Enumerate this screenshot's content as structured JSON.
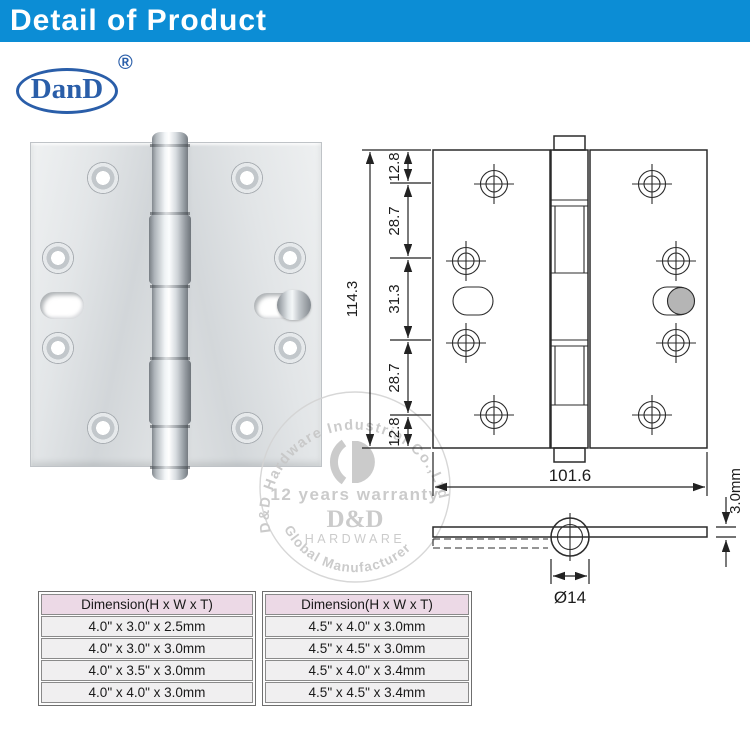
{
  "banner": {
    "title": "Detail of Product"
  },
  "logo": {
    "text": "DanD",
    "registered": "®"
  },
  "watermark": {
    "arc_top": "D&D Hardware Industrial Co.,Ltd",
    "warranty": "12 years warranty",
    "brand": "D&D",
    "brand_sub": "HARDWARE",
    "arc_bottom": "Global Manufacturer"
  },
  "drawing": {
    "vertical_dims": [
      "12.8",
      "28.7",
      "31.3",
      "28.7",
      "12.8"
    ],
    "overall_height": "114.3",
    "width_dim": "101.6",
    "thickness_dim": "3.0mm",
    "pin_diameter": "Ø14"
  },
  "spec_tables": [
    {
      "header": "Dimension(H x W x T)",
      "rows": [
        "4.0\" x 3.0\" x 2.5mm",
        "4.0\" x 3.0\" x 3.0mm",
        "4.0\" x 3.5\" x 3.0mm",
        "4.0\" x 4.0\" x 3.0mm"
      ]
    },
    {
      "header": "Dimension(H x W x T)",
      "rows": [
        "4.5\" x 4.0\" x 3.0mm",
        "4.5\" x 4.5\" x 3.0mm",
        "4.5\" x 4.0\" x 3.4mm",
        "4.5\" x 4.5\" x 3.4mm"
      ]
    }
  ],
  "colors": {
    "banner_blue": "#0c8dd5",
    "logo_blue": "#2a5ea9",
    "table_header_pink": "#ecd9e6",
    "table_row_gray": "#f0eff0",
    "watermark_gray": "#c7c7c7",
    "security_stud_gray": "#b5b5b5"
  }
}
